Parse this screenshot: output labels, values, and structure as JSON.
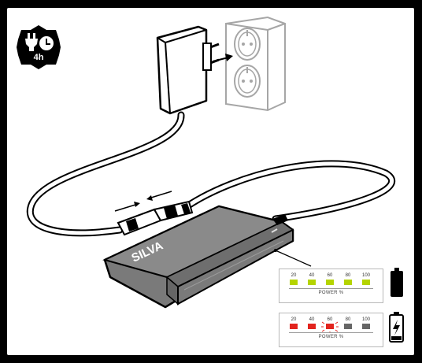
{
  "badge": {
    "icon": "plug-clock-icon",
    "duration": "4h"
  },
  "power_indicator_full": {
    "levels": [
      "20",
      "40",
      "60",
      "80",
      "100"
    ],
    "caption": "POWER %",
    "colors": [
      "#b5d400",
      "#b5d400",
      "#b5d400",
      "#b5d400",
      "#b5d400"
    ],
    "status_icon": "battery-full-icon"
  },
  "power_indicator_charging": {
    "levels": [
      "20",
      "40",
      "60",
      "80",
      "100"
    ],
    "caption": "POWER %",
    "colors": [
      "#e2241e",
      "#e2241e",
      "#e2241e",
      "#666666",
      "#666666"
    ],
    "blinking_index": 2,
    "status_icon": "battery-charging-icon"
  },
  "device": {
    "brand": "SILVA"
  },
  "colors": {
    "frame": "#000000",
    "device_body": "#7a7a7a",
    "socket_outline": "#9a9a9a"
  }
}
